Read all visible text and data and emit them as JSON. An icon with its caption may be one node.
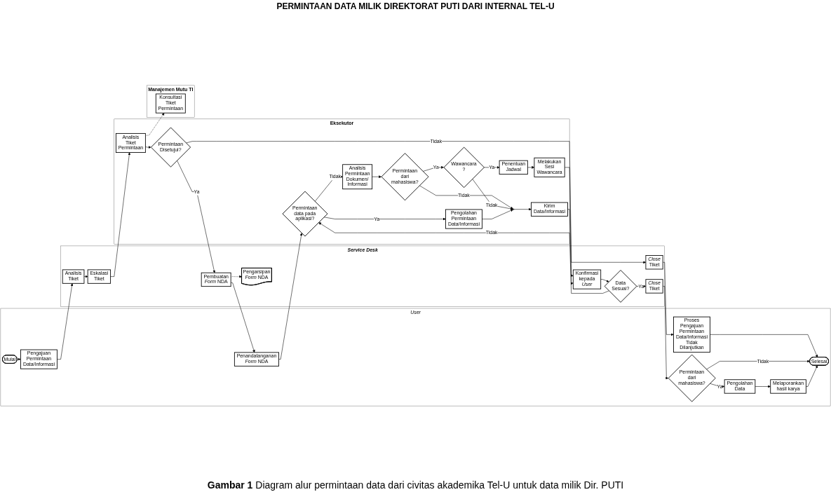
{
  "diagram": {
    "title": "PERMINTAAN DATA MILIK DIREKTORAT PUTI DARI INTERNAL TEL-U",
    "caption": "**Gambar 1** Diagram alur permintaan data dari civitas akademika Tel-U untuk data milik Dir. PUTI",
    "nodes": [
      {
        "text": [
          "User"
        ]
      },
      {
        "text": [
          "Mulai"
        ],
        "in": 0
      },
      {
        "text": [
          "Pengajuan Permintaan Data/Informasi"
        ],
        "in": 0
      },
      {
        "text": [
          "Proses Pengajuan Permintaan Data/Informasi Tidak Dilanjutkan"
        ],
        "in": 0
      },
      {
        "text": [
          "Penandatanganan *Form* NDA"
        ],
        "in": 0
      },
      {
        "text": [
          "Permintaan dari mahasiswa?"
        ],
        "in": 0
      },
      {
        "text": [
          "Pengolahan Data"
        ],
        "in": 0
      },
      {
        "text": [
          "Melaporankan hasil karya"
        ],
        "in": 0
      },
      {
        "text": [
          "Selesai"
        ],
        "in": 0
      },
      {
        "text": [
          "Service Desk"
        ]
      },
      {
        "text": [
          "Analisis Tiket"
        ],
        "in": 9
      },
      {
        "text": [
          "*Close* Tiket"
        ],
        "in": 9
      },
      {
        "text": [
          "Pembuatan *Form* NDA"
        ],
        "in": 9
      },
      {
        "text": [
          "*Close* Tiket"
        ],
        "in": 9
      },
      {
        "text": [
          "Data Sesuai?"
        ],
        "in": 9
      },
      {
        "text": [
          "Konfirmasi kepada *User*"
        ],
        "in": 9
      },
      {
        "text": [
          "Eskalasi Tiket"
        ],
        "in": 9
      },
      {
        "text": [
          "Pengarsipan *Form* NDA"
        ],
        "in": 9
      },
      {
        "text": [
          "Eksekutor"
        ]
      },
      {
        "text": [
          "Analisis Tiket Permintaan"
        ],
        "in": 18
      },
      {
        "text": [
          "Permintaan Disetujui?"
        ],
        "in": 18
      },
      {
        "text": [
          "Permintaan data pada aplikasi?"
        ],
        "in": 18
      },
      {
        "text": [
          "Analisis Permintaan Dokumen/ Informasi"
        ],
        "in": 18
      },
      {
        "text": [
          "Permintaan dari mahasiswa?"
        ],
        "in": 18
      },
      {
        "text": [
          "Wawancara ?"
        ],
        "in": 18
      },
      {
        "text": [
          "Penentuan Jadwal"
        ],
        "in": 18
      },
      {
        "text": [
          "Melakukan Sesi Wawancara"
        ],
        "in": 18
      },
      {
        "text": [
          "Kirim Data/Informasi"
        ],
        "in": 18
      },
      {
        "text": [],
        "shape": "circle",
        "in": 18
      },
      {
        "text": [
          "Pengolahan Permintaan Data/Informasi"
        ],
        "in": 18
      },
      {
        "text": [
          "Manajemen Mutu TI"
        ]
      },
      {
        "text": [
          "Konsultasi Tiket Permintaan"
        ],
        "in": 30
      }
    ],
    "edges": [
      {
        "from": 1,
        "to": 2,
        "arrow": "to"
      },
      {
        "from": 2,
        "to": 10,
        "arrow": "to"
      },
      {
        "from": 10,
        "to": 16,
        "arrow": "to"
      },
      {
        "from": 16,
        "to": 19,
        "arrow": "to"
      },
      {
        "from": 19,
        "to": 20,
        "arrow": "to"
      },
      {
        "from": 19,
        "to": 31,
        "arrow": "to",
        "style": "dashed"
      },
      {
        "from": 20,
        "to": 11,
        "arrow": "to",
        "label": "Tidak"
      },
      {
        "from": 20,
        "to": 12,
        "arrow": "to",
        "label": "Ya"
      },
      {
        "from": 11,
        "to": 3,
        "arrow": "to"
      },
      {
        "from": 3,
        "to": 8,
        "arrow": "to"
      },
      {
        "from": 12,
        "to": 4,
        "arrow": "to"
      },
      {
        "from": 12,
        "to": 17,
        "arrow": "to",
        "style": "dashed"
      },
      {
        "from": 4,
        "to": 21,
        "arrow": "to"
      },
      {
        "from": 21,
        "to": 22,
        "arrow": "to",
        "label": "Tidak"
      },
      {
        "from": 21,
        "to": 29,
        "arrow": "to",
        "label": "Ya"
      },
      {
        "from": 22,
        "to": 23,
        "arrow": "to"
      },
      {
        "from": 23,
        "to": 24,
        "arrow": "to",
        "label": "Ya"
      },
      {
        "from": 23,
        "to": 28,
        "arrow": "to",
        "label": "Tidak"
      },
      {
        "from": 24,
        "to": 25,
        "arrow": "to",
        "label": "Ya"
      },
      {
        "from": 24,
        "to": 28,
        "arrow": "to",
        "label": "Tidak"
      },
      {
        "from": 25,
        "to": 26,
        "arrow": "to"
      },
      {
        "from": 26,
        "to": 15,
        "arrow": "to"
      },
      {
        "from": 29,
        "to": 28,
        "arrow": "to"
      },
      {
        "from": 28,
        "to": 27,
        "arrow": "to"
      },
      {
        "from": 27,
        "to": 15,
        "arrow": "to"
      },
      {
        "from": 15,
        "to": 14,
        "arrow": "to"
      },
      {
        "from": 14,
        "to": 13,
        "arrow": "to",
        "label": "Ya"
      },
      {
        "from": 14,
        "to": 21,
        "arrow": "to",
        "label": "Tidak"
      },
      {
        "from": 13,
        "to": 5,
        "arrow": "to"
      },
      {
        "from": 5,
        "to": 6,
        "arrow": "to",
        "label": "Ya"
      },
      {
        "from": 5,
        "to": 8,
        "arrow": "to",
        "label": "Tidak"
      },
      {
        "from": 6,
        "to": 7,
        "arrow": "to"
      },
      {
        "from": 7,
        "to": 8,
        "arrow": "to"
      }
    ]
  }
}
